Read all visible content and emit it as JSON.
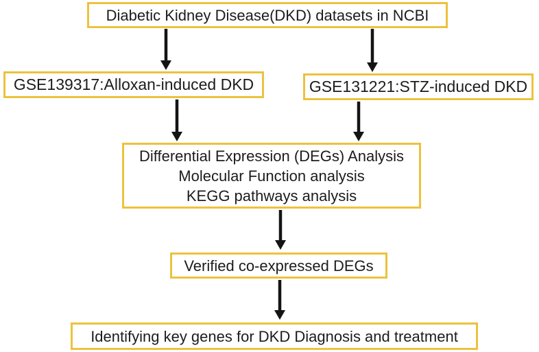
{
  "diagram": {
    "type": "flowchart",
    "nodes": {
      "datasets": {
        "label": "Diabetic Kidney Disease(DKD) datasets in NCBI"
      },
      "gse139317": {
        "label": "GSE139317:Alloxan-induced DKD"
      },
      "gse131221": {
        "label": "GSE131221:STZ-induced DKD"
      },
      "analysis": {
        "lines": [
          "Differential Expression (DEGs) Analysis",
          "Molecular Function analysis",
          "KEGG pathways analysis"
        ]
      },
      "verified": {
        "label": "Verified co-expressed DEGs"
      },
      "keygenes": {
        "label": "Identifying key genes for DKD Diagnosis and treatment"
      }
    },
    "edges": [
      {
        "from": "datasets",
        "to": "gse139317"
      },
      {
        "from": "datasets",
        "to": "gse131221"
      },
      {
        "from": "gse139317",
        "to": "analysis"
      },
      {
        "from": "gse131221",
        "to": "analysis"
      },
      {
        "from": "analysis",
        "to": "verified"
      },
      {
        "from": "verified",
        "to": "keygenes"
      }
    ],
    "colors": {
      "box_border": "#ecc23d",
      "arrow": "#141414",
      "text": "#1c1c1c",
      "background": "#ffffff"
    }
  }
}
